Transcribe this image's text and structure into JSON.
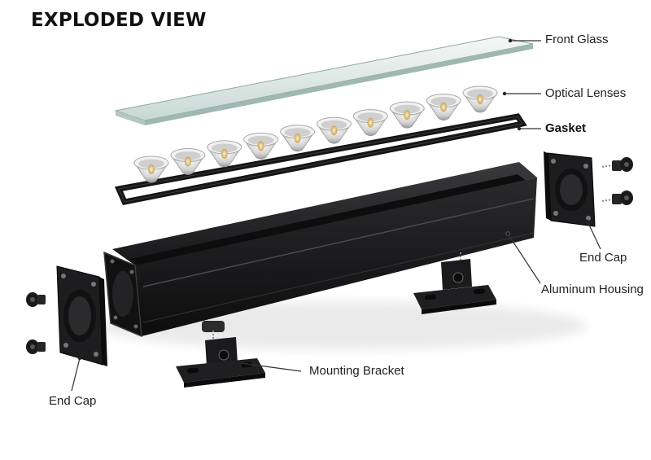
{
  "title": "EXPLODED VIEW",
  "labels": {
    "front_glass": "Front Glass",
    "optical_lenses": "Optical Lenses",
    "gasket": "Gasket",
    "end_cap_right": "End Cap",
    "aluminum_housing": "Aluminum Housing",
    "mounting_bracket": "Mounting Bracket",
    "end_cap_left": "End Cap"
  },
  "lens_count": 10,
  "colors": {
    "housing": "#1c1c1e",
    "glass": "#dfe9e6",
    "lens": "#d9d9d9",
    "leader": "#333333"
  }
}
